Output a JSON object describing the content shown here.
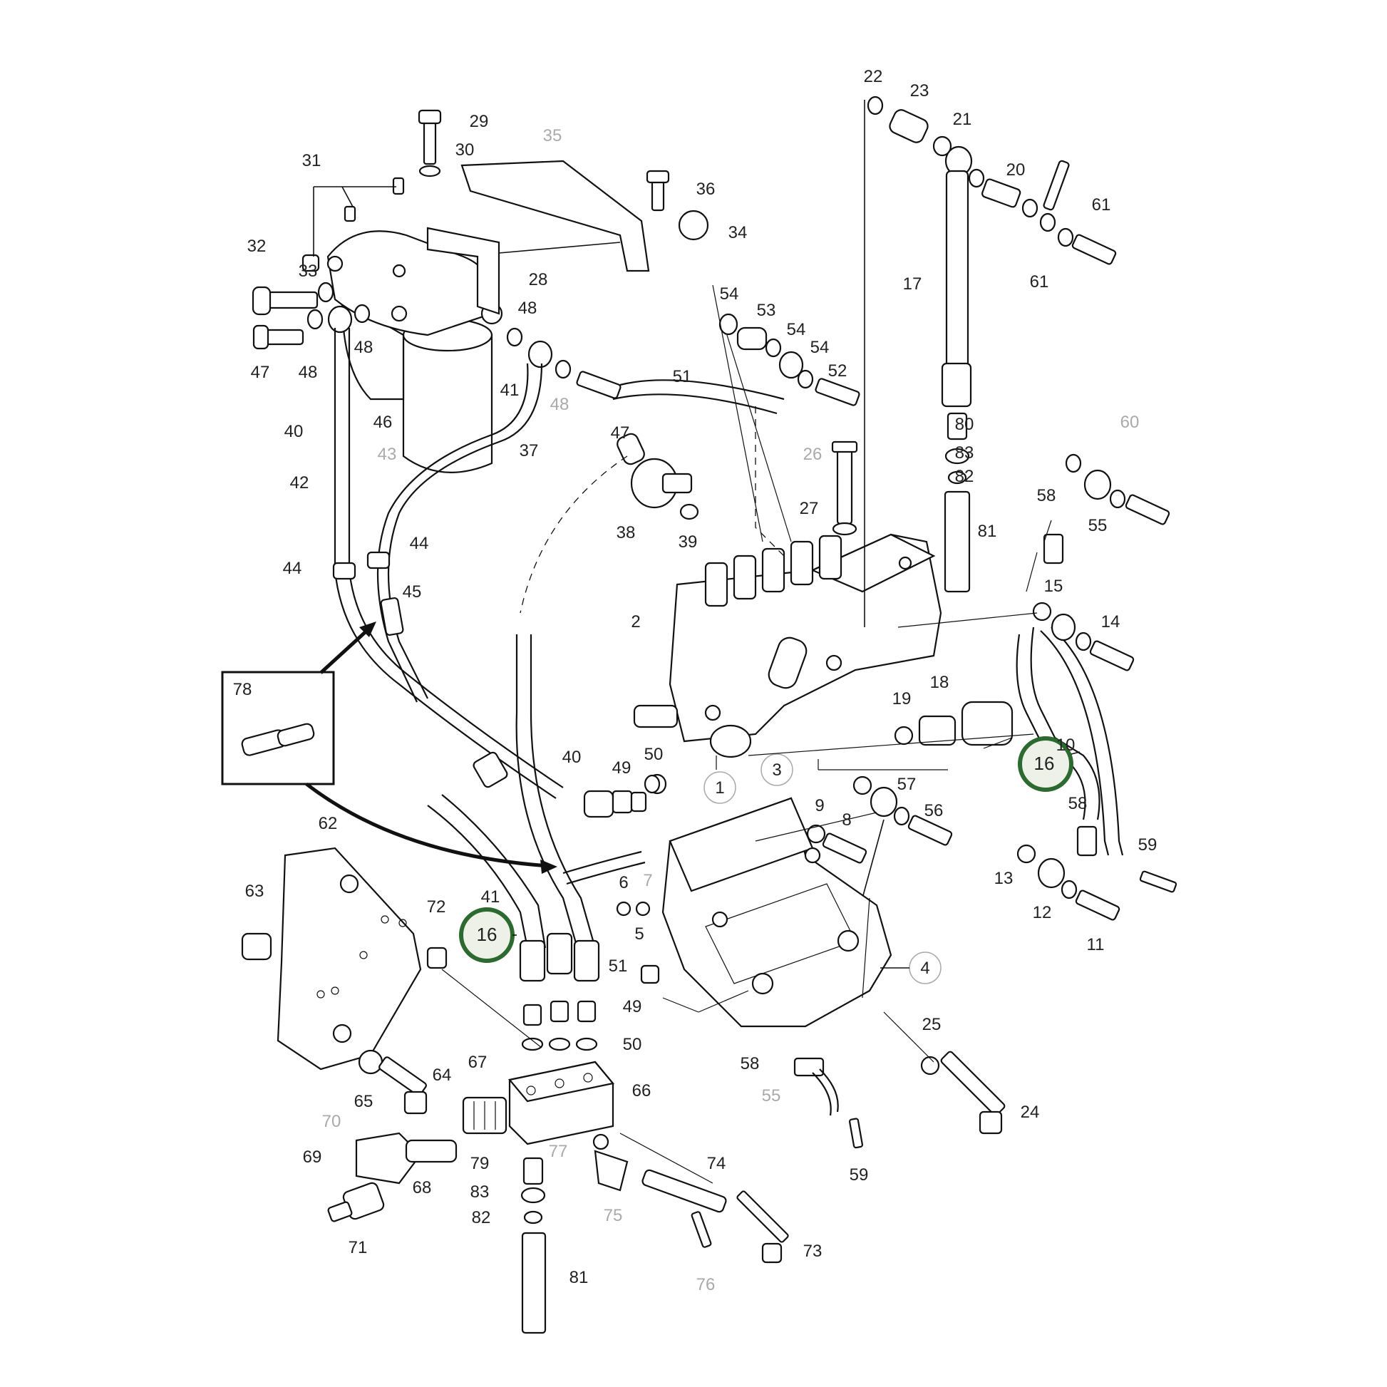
{
  "labels": [
    "22",
    "23",
    "21",
    "20",
    "61",
    "61",
    "17",
    "29",
    "30",
    "35",
    "31",
    "36",
    "34",
    "32",
    "33",
    "28",
    "47",
    "48",
    "48",
    "48",
    "48",
    "47",
    "54",
    "53",
    "54",
    "54",
    "52",
    "51",
    "41",
    "80",
    "83",
    "82",
    "81",
    "40",
    "46",
    "37",
    "43",
    "42",
    "26",
    "27",
    "38",
    "39",
    "60",
    "55",
    "58",
    "15",
    "14",
    "44",
    "44",
    "45",
    "2",
    "78",
    "18",
    "19",
    "10",
    "16",
    "40",
    "49",
    "50",
    "1",
    "3",
    "57",
    "9",
    "8",
    "56",
    "58",
    "59",
    "13",
    "12",
    "11",
    "62",
    "63",
    "41",
    "16",
    "72",
    "6",
    "7",
    "5",
    "51",
    "4",
    "49",
    "50",
    "25",
    "58",
    "55",
    "24",
    "59",
    "67",
    "66",
    "70",
    "69",
    "68",
    "71",
    "77",
    "79",
    "83",
    "82",
    "81",
    "74",
    "75",
    "76",
    "73",
    "64",
    "65"
  ],
  "highlights": [
    "16",
    "16"
  ],
  "colors": {
    "highlight_ring": "#2d6a2f",
    "highlight_fill": "#eef1e8",
    "ink": "#111111",
    "faded_label": "#aaaaaa"
  }
}
